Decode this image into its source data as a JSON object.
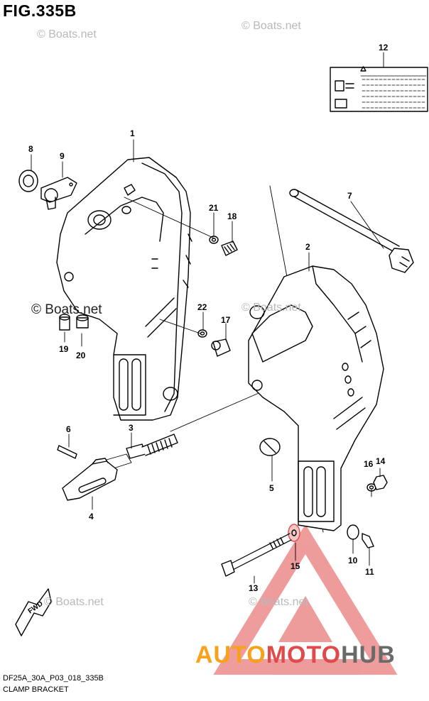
{
  "figure": {
    "title": "FIG.335B",
    "code": "DF25A_30A_P03_018_335B",
    "subtitle": "CLAMP BRACKET"
  },
  "watermarks": {
    "site": "© Boats.net",
    "site_dark": "© Boats.net"
  },
  "brand": {
    "part1": "AUTO",
    "part2": "MOTO",
    "part3": "HUB"
  },
  "fwd_label": "FWD",
  "callouts": [
    "1",
    "2",
    "3",
    "4",
    "5",
    "6",
    "7",
    "8",
    "9",
    "10",
    "11",
    "12",
    "13",
    "14",
    "15",
    "16",
    "17",
    "18",
    "19",
    "20",
    "21",
    "22"
  ],
  "colors": {
    "line": "#000000",
    "watermark": "#b9b9b9",
    "brand_orange": "#f7a21b",
    "brand_red": "#e04a4a",
    "brand_gray": "#6a6a6a"
  }
}
